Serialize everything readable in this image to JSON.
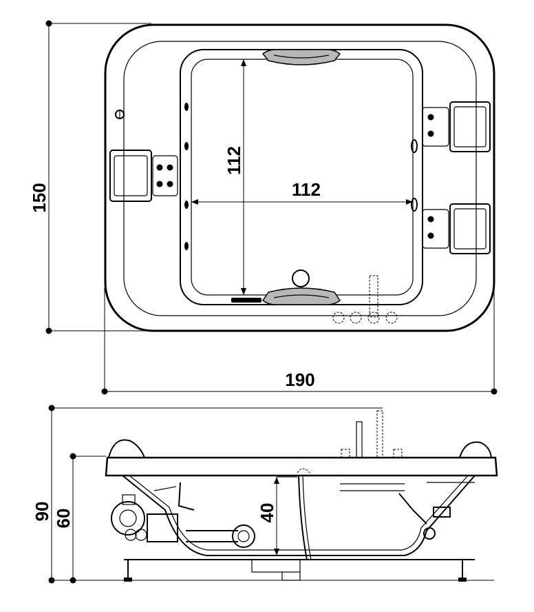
{
  "dimensions": {
    "overall_width": "190",
    "overall_depth": "150",
    "inner_width": "112",
    "inner_length": "112",
    "total_height": "90",
    "rim_height": "60",
    "outlet_height": "40"
  },
  "colors": {
    "line": "#000000",
    "background": "#ffffff",
    "headrest": "#b8b8b8"
  }
}
